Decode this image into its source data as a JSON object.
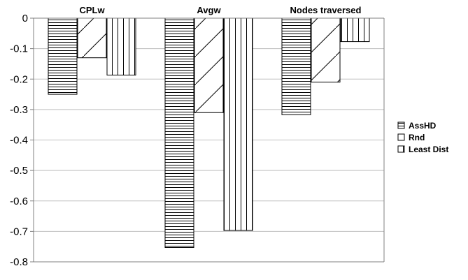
{
  "chart_data": {
    "type": "bar",
    "categories": [
      "CPLw",
      "Avgw",
      "Nodes traversed"
    ],
    "series": [
      {
        "name": "AssHD",
        "values": [
          -0.25,
          -0.753,
          -0.317
        ],
        "pattern": "horizontal"
      },
      {
        "name": "Rnd",
        "values": [
          -0.13,
          -0.31,
          -0.21
        ],
        "pattern": "diagonal"
      },
      {
        "name": "Least Dist",
        "values": [
          -0.187,
          -0.697,
          -0.077
        ],
        "pattern": "vertical"
      }
    ],
    "ylim": [
      -0.8,
      0
    ],
    "yticks": [
      "0",
      "-0.1",
      "-0.2",
      "-0.3",
      "-0.4",
      "-0.5",
      "-0.6",
      "-0.7",
      "-0.8"
    ],
    "ytick_values": [
      0,
      -0.1,
      -0.2,
      -0.3,
      -0.4,
      -0.5,
      -0.6,
      -0.7,
      -0.8
    ],
    "grid": true,
    "legend_position": "right",
    "colors": {
      "bar_stroke": "#000000",
      "bar_fill": "#ffffff",
      "grid": "#bfbfbf",
      "axis": "#808080"
    }
  }
}
